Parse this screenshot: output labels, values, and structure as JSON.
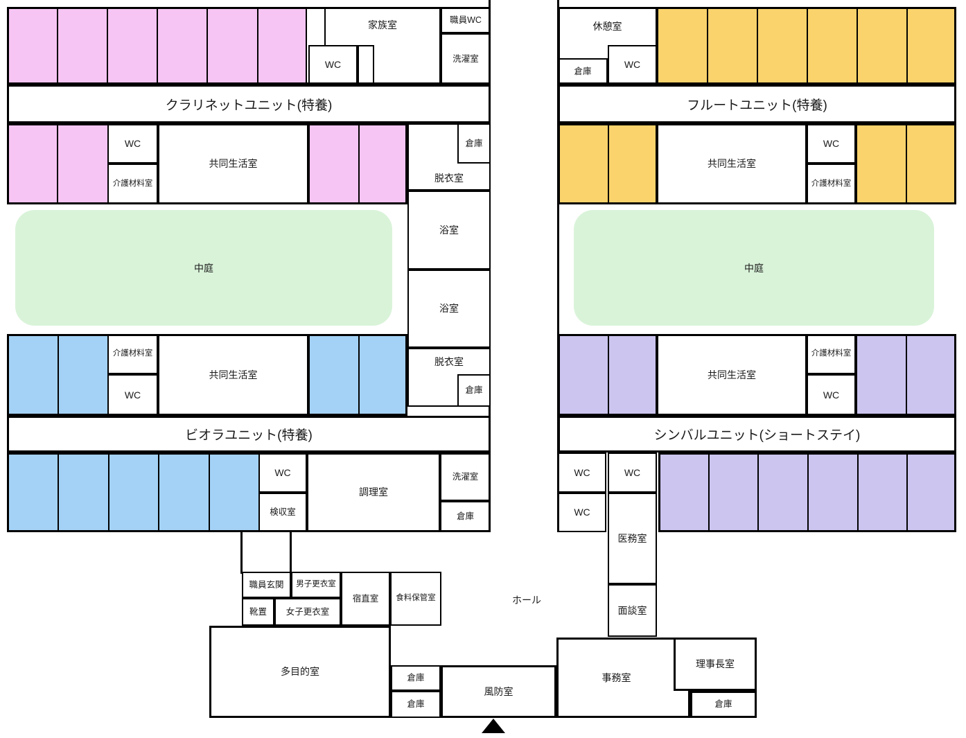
{
  "banners": {
    "clarinet": "クラリネットユニット(特養)",
    "flute": "フルートユニット(特養)",
    "viola": "ビオラユニット(特養)",
    "cymbal": "シンバルユニット(ショートステイ)"
  },
  "labels": {
    "wc": "WC",
    "staff_wc": "職員WC",
    "family_room": "家族室",
    "laundry": "洗濯室",
    "break_room": "休憩室",
    "storage": "倉庫",
    "common_living": "共同生活室",
    "care_materials": "介護材料室",
    "undressing": "脱衣室",
    "bath": "浴室",
    "courtyard": "中庭",
    "kitchen": "調理室",
    "receiving": "検収室",
    "staff_entrance": "職員玄関",
    "shoe_rack": "靴置",
    "mens_changing": "男子更衣室",
    "womens_changing": "女子更衣室",
    "night_duty": "宿直室",
    "food_storage": "食料保管室",
    "hall": "ホール",
    "medical_room": "医務室",
    "meeting_room": "面談室",
    "multipurpose_room": "多目的室",
    "windbreak_room": "風防室",
    "office": "事務室",
    "director_room": "理事長室"
  },
  "colors": {
    "pink": "#F7C5F3",
    "orange": "#FAD36C",
    "blue": "#A4D2F6",
    "purple": "#CBC5EF",
    "green": "#D9F3D9",
    "line": "#000000"
  }
}
